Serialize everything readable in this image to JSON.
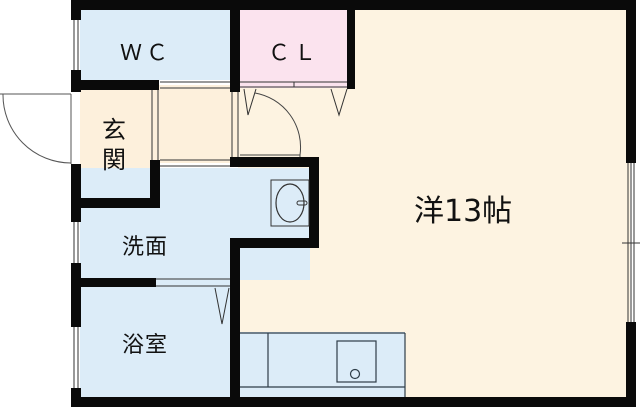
{
  "plan": {
    "rooms": [
      {
        "id": "wc",
        "label": "ＷＣ",
        "color": "#dcecf8"
      },
      {
        "id": "closet",
        "label": "ＣＬ",
        "color": "#fbe3ee"
      },
      {
        "id": "entrance",
        "label_line1": "玄",
        "label_line2": "関",
        "color": "#fdf0dc"
      },
      {
        "id": "washroom",
        "label": "洗面",
        "color": "#dcecf8"
      },
      {
        "id": "bathroom",
        "label": "浴室",
        "color": "#dcecf8"
      },
      {
        "id": "western-room",
        "label": "洋13帖",
        "color": "#fdf3e1"
      },
      {
        "id": "hallway",
        "color": "#fdf0dc"
      },
      {
        "id": "kitchen-counter",
        "color": "#dcecf8"
      }
    ],
    "colors": {
      "wall": "#0a0a0a",
      "line": "#333333",
      "water": "#dcecf8",
      "closet": "#fbe3ee",
      "floor": "#fdf3e1"
    }
  }
}
